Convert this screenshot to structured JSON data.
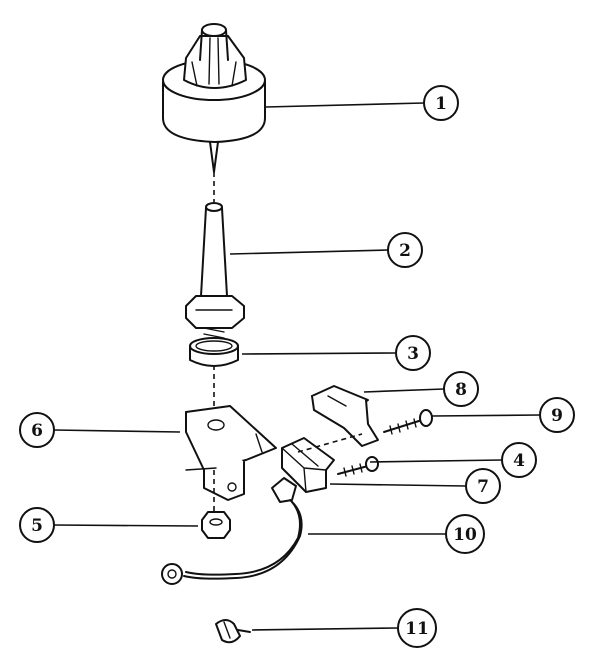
{
  "colors": {
    "ink": "#111111",
    "paper": "#ffffff"
  },
  "callouts": [
    {
      "id": "1",
      "label": "1"
    },
    {
      "id": "2",
      "label": "2"
    },
    {
      "id": "3",
      "label": "3"
    },
    {
      "id": "4",
      "label": "4"
    },
    {
      "id": "5",
      "label": "5"
    },
    {
      "id": "6",
      "label": "6"
    },
    {
      "id": "7",
      "label": "7"
    },
    {
      "id": "8",
      "label": "8"
    },
    {
      "id": "9",
      "label": "9"
    },
    {
      "id": "10",
      "label": "10"
    },
    {
      "id": "11",
      "label": "11"
    }
  ]
}
